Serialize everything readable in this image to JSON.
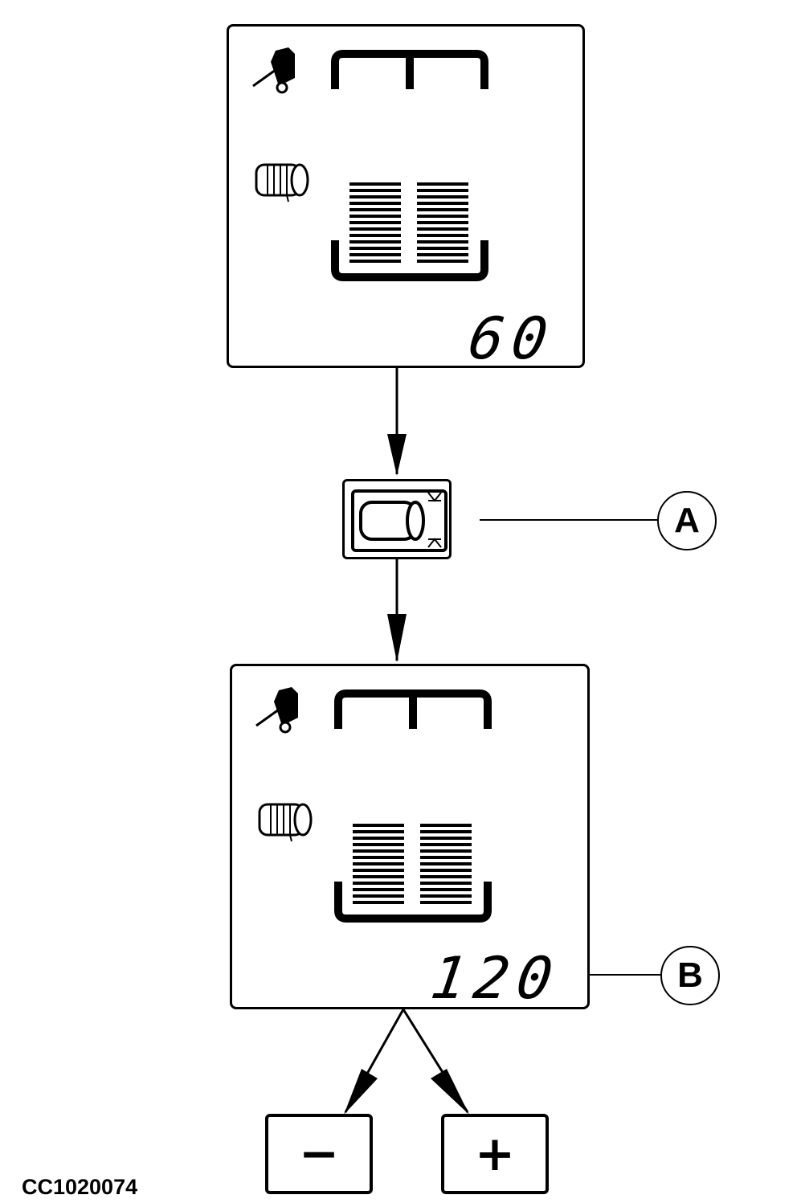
{
  "top_display": {
    "value": "60"
  },
  "bottom_display": {
    "value": "120"
  },
  "button_a": {
    "icon": "bale-size-icon"
  },
  "callouts": {
    "a": "A",
    "b": "B"
  },
  "keys": {
    "minus": "−",
    "plus": "+"
  },
  "figure_id": "CC1020074",
  "colors": {
    "ink": "#000000",
    "paper": "#ffffff"
  }
}
